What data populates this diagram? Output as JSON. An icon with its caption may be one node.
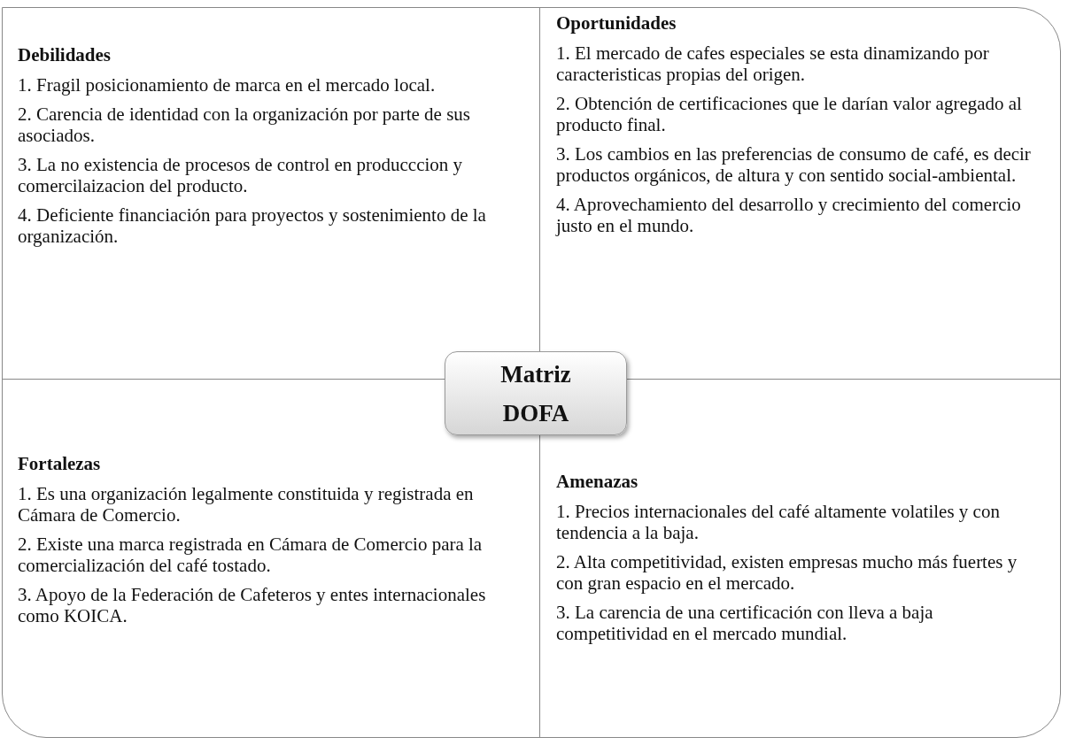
{
  "diagram": {
    "nodes": [
      {
        "text": [
          "Debilidades",
          "1. Fragil posicionamiento de marca en el mercado local.",
          "2. Carencia de identidad con la organización por parte de sus asociados.",
          "3. La no existencia de procesos de control en producccion y comercilaizacion del producto.",
          "4. Deficiente financiación para proyectos y sostenimiento de la organización."
        ]
      },
      {
        "text": [
          "Oportunidades",
          "1. El mercado de cafes especiales se esta dinamizando por caracteristicas propias del origen.",
          "2. Obtención de certificaciones que le darían valor agregado al producto final.",
          "3. Los cambios en las preferencias de consumo de café, es decir productos orgánicos, de altura y con sentido social-ambiental.",
          "4. Aprovechamiento del desarrollo y crecimiento del comercio justo en el mundo."
        ]
      },
      {
        "text": [
          "Matriz DOFA"
        ]
      },
      {
        "text": [
          "Fortalezas",
          "1. Es una organización legalmente constituida y registrada en Cámara de Comercio.",
          "2. Existe una marca registrada en Cámara de Comercio para la comercialización del café tostado.",
          "3. Apoyo de la Federación de Cafeteros y entes internacionales como KOICA."
        ]
      },
      {
        "text": [
          "Amenazas",
          "1. Precios internacionales del café altamente volatiles y con tendencia a la baja.",
          "2. Alta competitividad, existen empresas mucho más fuertes y con gran espacio en el mercado.",
          "3. La carencia de una certificación con lleva a baja competitividad en el mercado mundial."
        ]
      }
    ]
  }
}
